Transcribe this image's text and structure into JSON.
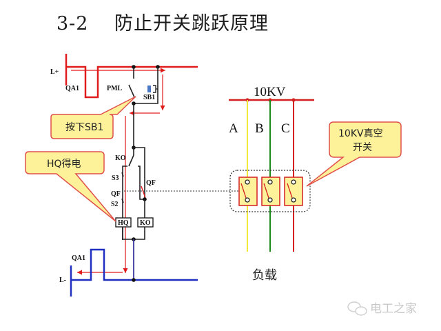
{
  "title": "3-2　 防止开关跳跃原理",
  "labels": {
    "l_plus": "L+",
    "l_minus": "L-",
    "qa1_top": "QA1",
    "qa1_bottom": "QA1",
    "pml": "PML",
    "sb1": "SB1",
    "ko_contact": "KO",
    "s3": "S3",
    "qf_left": "QF",
    "s2": "S2",
    "qf_right": "QF",
    "hq_coil": "HQ",
    "ko_coil": "KO",
    "voltage": "10KV",
    "phase_a": "A",
    "phase_b": "B",
    "phase_c": "C",
    "load": "负载"
  },
  "callouts": {
    "press_sb1": "按下SB1",
    "hq_energized": "HQ得电",
    "vacuum_switch_line1": "10KV真空",
    "vacuum_switch_line2": "开关"
  },
  "watermark": "电工之家",
  "colors": {
    "positive_bus": "#e01b1b",
    "negative_bus": "#1f2fbf",
    "wire": "#222222",
    "phase_a": "#f2ea3a",
    "phase_b": "#1a8a1a",
    "phase_c": "#d42020",
    "callout_fill": "#fdf29a",
    "callout_border": "#e0504a"
  }
}
